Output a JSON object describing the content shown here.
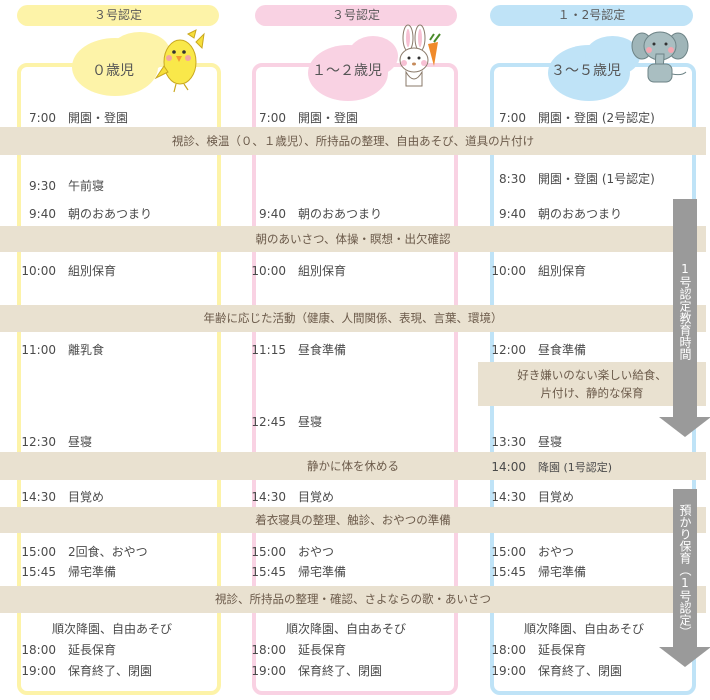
{
  "columns": [
    {
      "certification": "３号認定",
      "age": "０歳児",
      "color": "#fdf3a8",
      "mascot": "chick-icon",
      "opening": {
        "time": "7:00",
        "label": "開園・登園"
      },
      "items": [
        {
          "time": "9:30",
          "label": "午前寝"
        },
        {
          "time": "9:40",
          "label": "朝のおあつまり"
        },
        {
          "time": "10:00",
          "label": "組別保育"
        },
        {
          "time": "11:00",
          "label": "離乳食"
        },
        {
          "time": "12:30",
          "label": "昼寝"
        },
        {
          "time": "14:30",
          "label": "目覚め"
        },
        {
          "time": "15:00",
          "label": "2回食、おやつ"
        },
        {
          "time": "15:45",
          "label": "帰宅準備"
        },
        {
          "time": "",
          "label": "順次降園、自由あそび"
        },
        {
          "time": "18:00",
          "label": "延長保育"
        },
        {
          "time": "19:00",
          "label": "保育終了、閉園"
        }
      ]
    },
    {
      "certification": "３号認定",
      "age": "１～２歳児",
      "color": "#f9d2e3",
      "mascot": "rabbit-icon",
      "opening": {
        "time": "7:00",
        "label": "開園・登園"
      },
      "items": [
        {
          "time": "9:40",
          "label": "朝のおあつまり"
        },
        {
          "time": "10:00",
          "label": "組別保育"
        },
        {
          "time": "11:15",
          "label": "昼食準備"
        },
        {
          "time": "12:45",
          "label": "昼寝"
        },
        {
          "time": "14:30",
          "label": "目覚め"
        },
        {
          "time": "15:00",
          "label": "おやつ"
        },
        {
          "time": "15:45",
          "label": "帰宅準備"
        },
        {
          "time": "",
          "label": "順次降園、自由あそび"
        },
        {
          "time": "18:00",
          "label": "延長保育"
        },
        {
          "time": "19:00",
          "label": "保育終了、閉園"
        }
      ]
    },
    {
      "certification": "１・2号認定",
      "age": "３～５歳児",
      "color": "#bfe3f7",
      "mascot": "elephant-icon",
      "opening": {
        "time": "7:00",
        "label": "開園・登園 (2号認定)"
      },
      "items": [
        {
          "time": "8:30",
          "label": "開園・登園 (1号認定)"
        },
        {
          "time": "9:40",
          "label": "朝のおあつまり"
        },
        {
          "time": "10:00",
          "label": "組別保育"
        },
        {
          "time": "12:00",
          "label": "昼食準備"
        },
        {
          "time": "13:30",
          "label": "昼寝"
        },
        {
          "time": "14:30",
          "label": "目覚め"
        },
        {
          "time": "15:00",
          "label": "おやつ"
        },
        {
          "time": "15:45",
          "label": "帰宅準備"
        },
        {
          "time": "",
          "label": "順次降園、自由あそび"
        },
        {
          "time": "18:00",
          "label": "延長保育"
        },
        {
          "time": "19:00",
          "label": "保育終了、閉園"
        }
      ],
      "lunch_note": [
        "好き嫌いのない楽しい給食、",
        "片付け、静的な保育"
      ],
      "dismissal_1go": {
        "time": "14:00",
        "label": "降園 (1号認定)"
      }
    }
  ],
  "bands": [
    "視診、検温（０、１歳児）、所持品の整理、自由あそび、道具の片付け",
    "朝のあいさつ、体操・瞑想・出欠確認",
    "年齢に応じた活動（健康、人間関係、表現、言葉、環境）",
    "静かに体を休める",
    "着衣寝具の整理、触診、おやつの準備",
    "視診、所持品の整理・確認、さよならの歌・あいさつ"
  ],
  "arrows": [
    {
      "label": "1号認定教育時間"
    },
    {
      "label": "預かり保育（1号認定）"
    }
  ],
  "colors": {
    "band_bg": "#e9e1d0",
    "band_text": "#6b5a4a",
    "arrow": "#9a9a9a",
    "yellow": "#fdf3a8",
    "pink": "#f9d2e3",
    "blue": "#bfe3f7"
  }
}
